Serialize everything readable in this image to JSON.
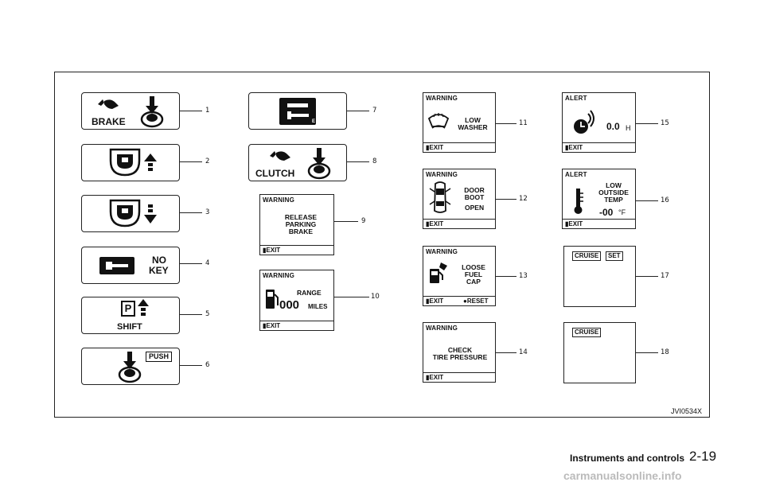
{
  "indicators": [
    {
      "label": "BRAKE",
      "number": "1"
    },
    {
      "number": "2"
    },
    {
      "number": "3"
    },
    {
      "label_line1": "NO",
      "label_line2": "KEY",
      "number": "4"
    },
    {
      "letter": "P",
      "label": "SHIFT",
      "number": "5"
    },
    {
      "tag": "PUSH",
      "number": "6"
    },
    {
      "number": "7"
    },
    {
      "label": "CLUTCH",
      "number": "8"
    }
  ],
  "screens": {
    "s9": {
      "header": "WARNING",
      "message": [
        "RELEASE",
        "PARKING",
        "BRAKE"
      ],
      "exit": "EXIT",
      "number": "9"
    },
    "s10": {
      "header": "WARNING",
      "range_label": "RANGE",
      "range_value": "000",
      "unit": "MILES",
      "exit": "EXIT",
      "number": "10"
    },
    "s11": {
      "header": "WARNING",
      "message": [
        "LOW",
        "WASHER"
      ],
      "exit": "EXIT",
      "number": "11"
    },
    "s12": {
      "header": "WARNING",
      "message": [
        "DOOR",
        "BOOT"
      ],
      "status": "OPEN",
      "exit": "EXIT",
      "number": "12"
    },
    "s13": {
      "header": "WARNING",
      "message": [
        "LOOSE",
        "FUEL",
        "CAP"
      ],
      "exit": "EXIT",
      "reset": "RESET",
      "number": "13"
    },
    "s14": {
      "header": "WARNING",
      "message": [
        "CHECK",
        "TIRE PRESSURE"
      ],
      "exit": "EXIT",
      "number": "14"
    },
    "s15": {
      "header": "ALERT",
      "value": "0.0",
      "unit": "H",
      "exit": "EXIT",
      "number": "15"
    },
    "s16": {
      "header": "ALERT",
      "message": [
        "LOW",
        "OUTSIDE",
        "TEMP"
      ],
      "value": "-00",
      "unit": "°F",
      "exit": "EXIT",
      "number": "16"
    },
    "s17": {
      "box1": "CRUISE",
      "box2": "SET",
      "number": "17"
    },
    "s18": {
      "box1": "CRUISE",
      "number": "18"
    }
  },
  "figure_id": "JVI0534X",
  "footer": {
    "section": "Instruments and controls",
    "page": "2-19"
  },
  "watermark": "carmanualsonline.info"
}
